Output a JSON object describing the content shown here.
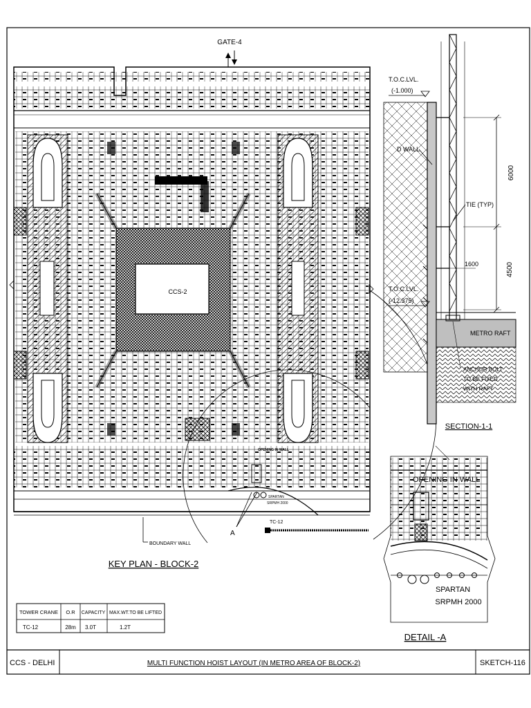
{
  "plan": {
    "gate_label": "GATE-4",
    "center_label": "CCS-2",
    "tower_crane_tag": "TC-12",
    "boundary_wall_label": "BOUNDARY WALL",
    "opening_label": "OPENING IN WALL",
    "hoist_label_1": "SPARTAN",
    "hoist_label_2": "SRPMH 2000",
    "section_marker": "A",
    "title": "KEY PLAN - BLOCK-2"
  },
  "section": {
    "toc_top_label": "T.O.C.LVL.",
    "toc_top_value": "(-1.000)",
    "d_wall_label": "D WALL",
    "dim_upper": "6000",
    "tie_label": "TIE (TYP)",
    "dim_lower": "4500",
    "offset_dim": "1600",
    "toc_bottom_label": "T.O.C.LVL.",
    "toc_bottom_value": "(-12.375)",
    "raft_label": "METRO RAFT",
    "anchor_note_1": "ANCHOR BOLT",
    "anchor_note_2": "TO BE FIXED",
    "anchor_note_3": "WITH RAFT",
    "title": "SECTION-1-1"
  },
  "detail": {
    "opening_label": "OPENING IN WALL",
    "hoist_label_1": "SPARTAN",
    "hoist_label_2": "SRPMH 2000",
    "title": "DETAIL -A"
  },
  "crane_table": {
    "headers": [
      "TOWER CRANE",
      "O.R",
      "CAPACITY",
      "MAX.WT.TO BE LIFTED"
    ],
    "rows": [
      [
        "TC-12",
        "28m",
        "3.0T",
        "1.2T"
      ]
    ]
  },
  "title_block": {
    "project": "CCS - DELHI",
    "drawing_title": "MULTI FUNCTION HOIST LAYOUT (IN METRO AREA OF BLOCK-2)",
    "sketch_no": "SKETCH-116"
  }
}
